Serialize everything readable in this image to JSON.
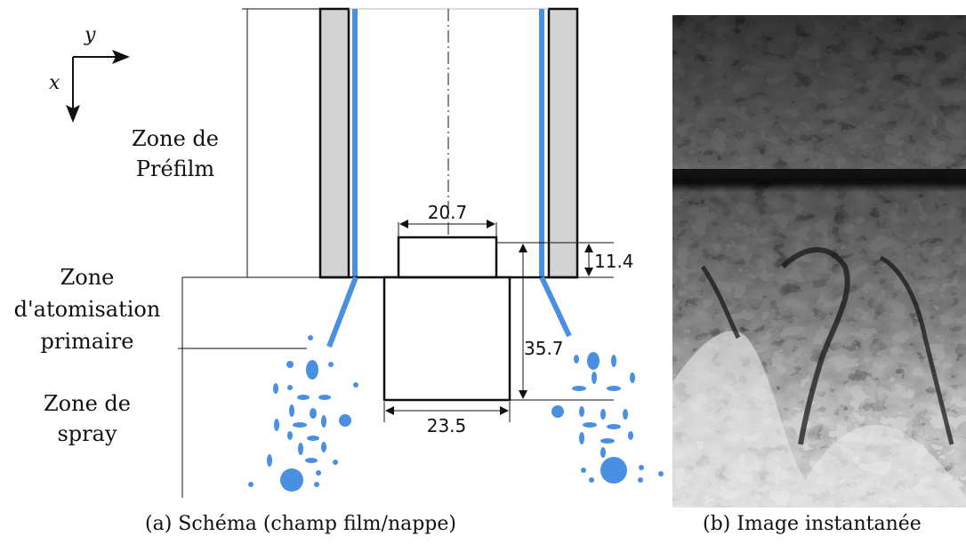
{
  "axes": {
    "y_label": "y",
    "x_label": "x"
  },
  "zones": {
    "prefilm_line1": "Zone de",
    "prefilm_line2": "Préfilm",
    "atomisation_line1": "Zone",
    "atomisation_line2": "d'atomisation",
    "atomisation_line3": "primaire",
    "spray_line1": "Zone de",
    "spray_line2": "spray"
  },
  "dimensions": {
    "top_width": "20.7",
    "step_height": "11.4",
    "lower_height": "35.7",
    "bottom_width": "23.5"
  },
  "captions": {
    "a": "(a) Schéma (champ film/nappe)",
    "b": "(b) Image instantanée"
  },
  "colors": {
    "film": "#4a90e2",
    "wall": "#d3d3d3",
    "stroke": "#111111"
  },
  "icons": {
    "arrow": "arrow-icon"
  }
}
